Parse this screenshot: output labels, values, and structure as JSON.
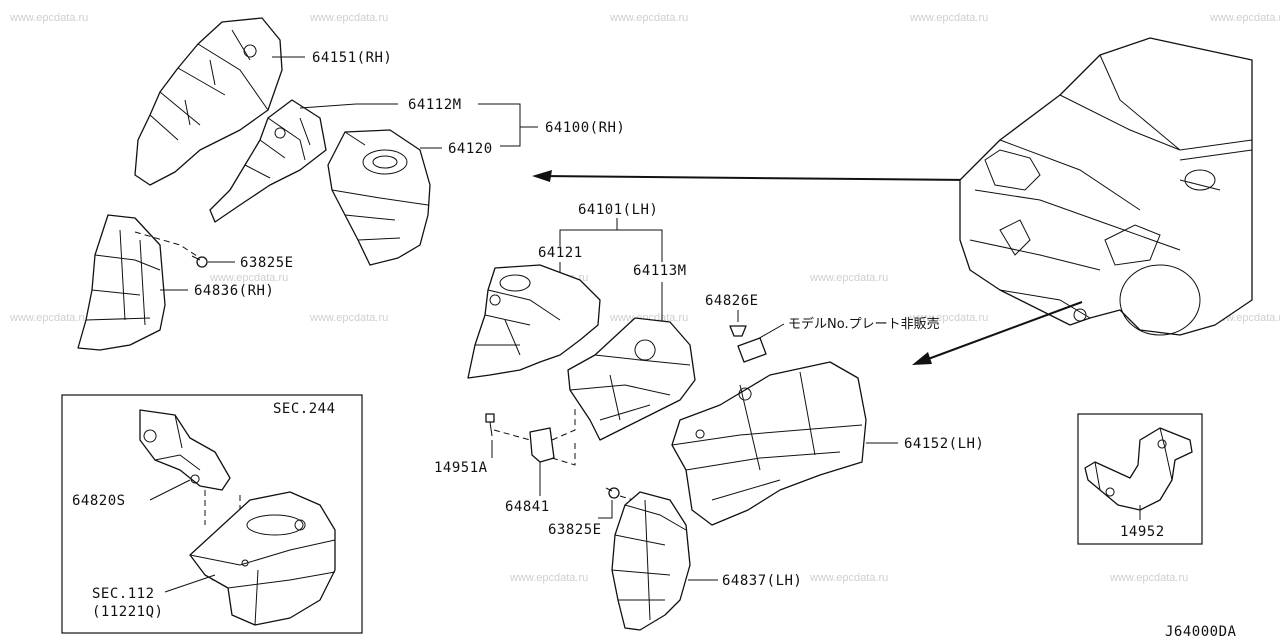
{
  "watermark": "www.epcdata.ru",
  "diagram_code": "J64000DA",
  "parts": {
    "p64151": "64151(RH)",
    "p64112M": "64112M",
    "p64100": "64100(RH)",
    "p64120": "64120",
    "p63825E_top": "63825E",
    "p64836": "64836(RH)",
    "p64101": "64101(LH)",
    "p64121": "64121",
    "p64113M": "64113M",
    "p64826E": "64826E",
    "model_plate": "モデルNo.プレート非販売",
    "p64152": "64152(LH)",
    "p14951A": "14951A",
    "p64841": "64841",
    "p63825E_bottom": "63825E",
    "p64837": "64837(LH)",
    "p14952": "14952"
  },
  "inset": {
    "sec244": "SEC.244",
    "p64820S": "64820S",
    "sec112": "SEC.112",
    "p11221Q": "(11221Q)"
  }
}
